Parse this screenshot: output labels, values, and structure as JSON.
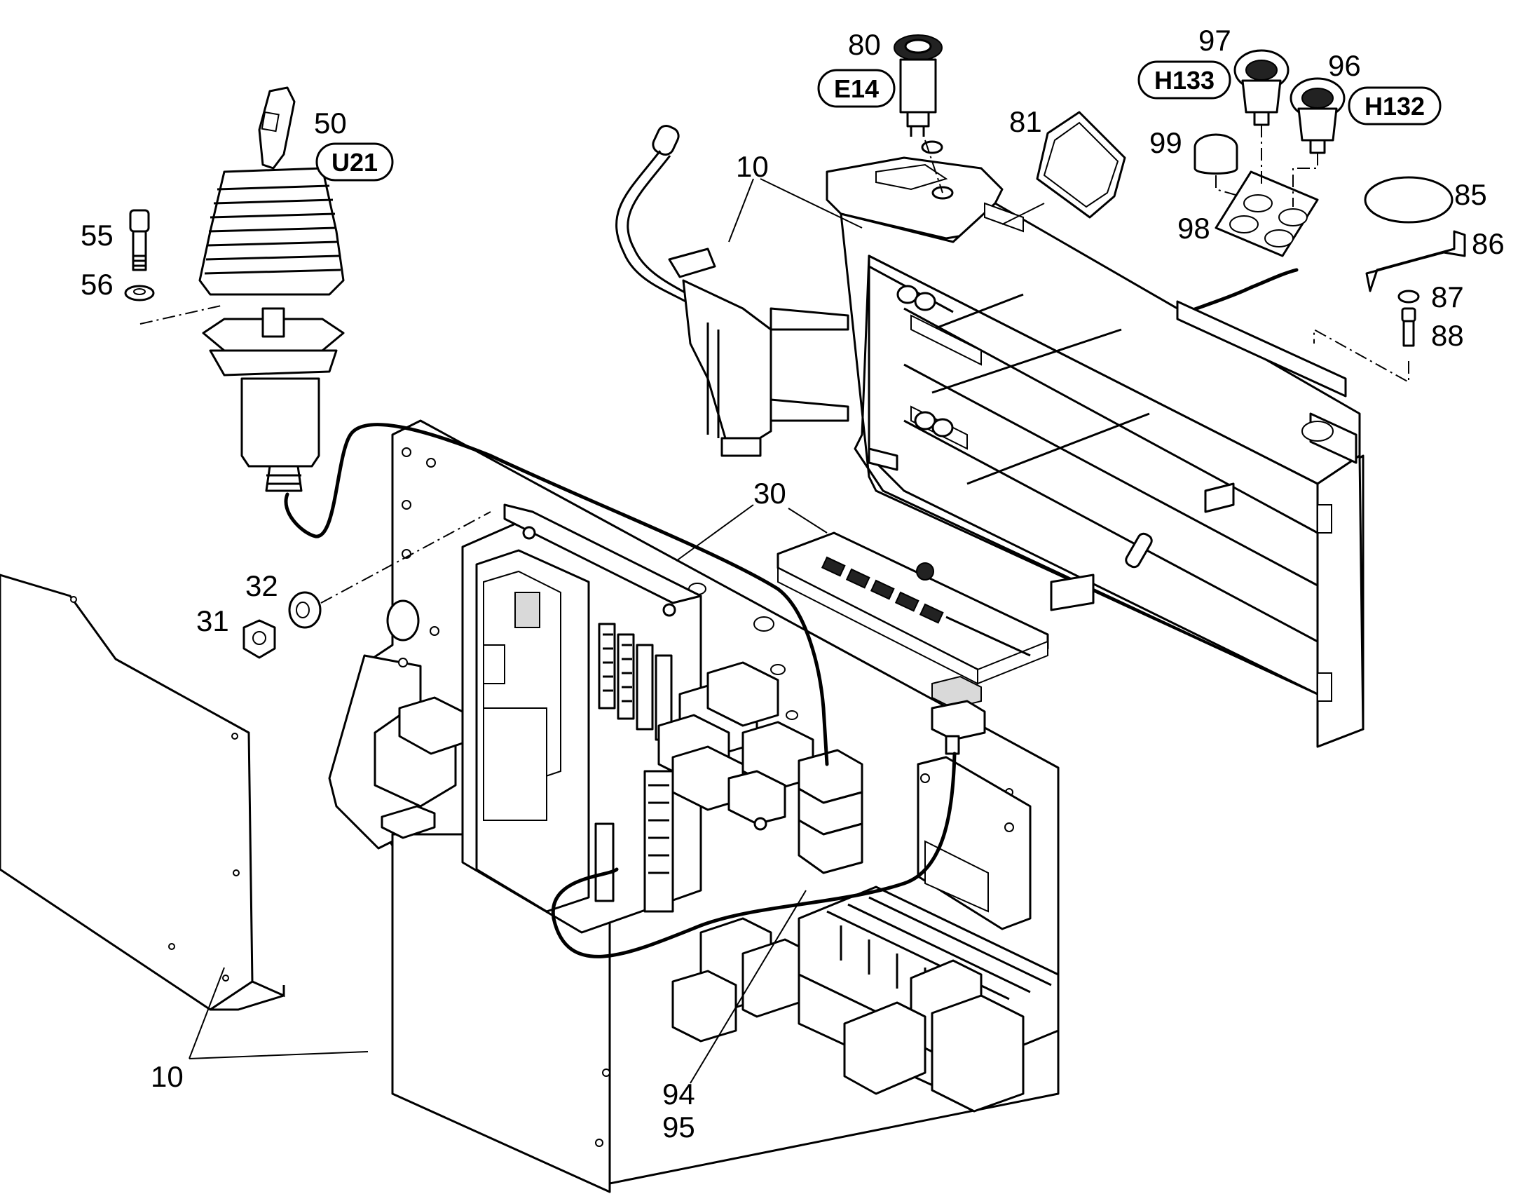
{
  "labels": {
    "p10a": "10",
    "p10b": "10",
    "p30": "30",
    "p31": "31",
    "p32": "32",
    "p50": "50",
    "p55": "55",
    "p56": "56",
    "p80": "80",
    "p81": "81",
    "p85": "85",
    "p86": "86",
    "p87": "87",
    "p88": "88",
    "p94": "94",
    "p95": "95",
    "p96": "96",
    "p97": "97",
    "p98": "98",
    "p99": "99"
  },
  "tags": {
    "u21": "U21",
    "e14": "E14",
    "h133": "H133",
    "h132": "H132"
  },
  "colors": {
    "line": "#000000",
    "background": "#ffffff"
  }
}
